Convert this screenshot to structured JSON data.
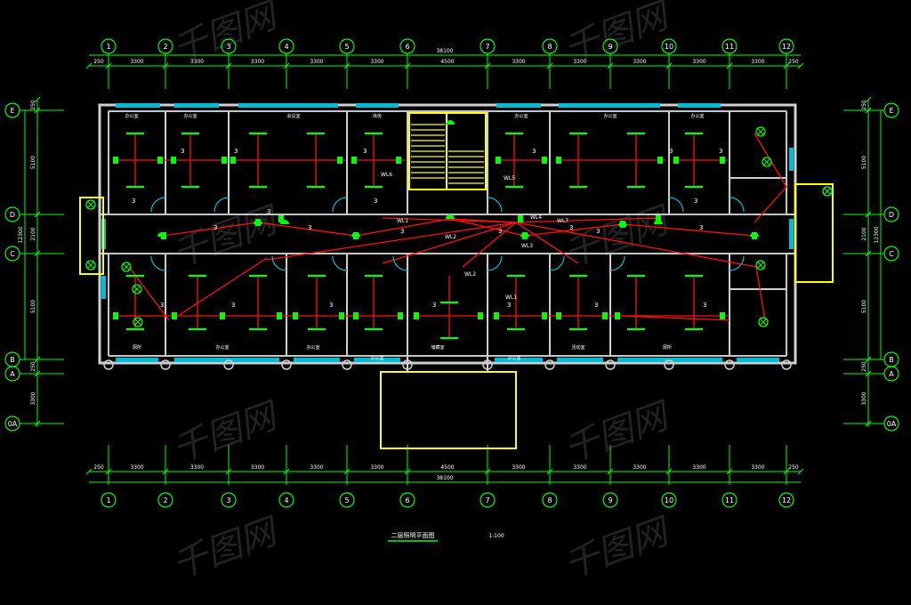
{
  "colors": {
    "background": "#000000",
    "grid": "#00ff00",
    "wall": "#cfcfcf",
    "window": "#00bcd4",
    "wire": "#ff1010",
    "fixture": "#00ff00",
    "stair": "#ffff00",
    "watermark": "#3a3a3a"
  },
  "axes": {
    "columns": [
      "1",
      "2",
      "3",
      "4",
      "5",
      "6",
      "7",
      "8",
      "9",
      "10",
      "11",
      "12"
    ],
    "rows": [
      "E",
      "D",
      "C",
      "B",
      "A",
      "0A"
    ]
  },
  "dimensions": {
    "top_segments": [
      "250",
      "3300",
      "3300",
      "3300",
      "3300",
      "3300",
      "4500",
      "3300",
      "3300",
      "3300",
      "3300",
      "3300",
      "250"
    ],
    "top_total": "38100",
    "bottom_segments": [
      "250",
      "3300",
      "3300",
      "3300",
      "3300",
      "3300",
      "4500",
      "3300",
      "3300",
      "3300",
      "3300",
      "3300",
      "250"
    ],
    "bottom_total": "38100",
    "left_segments": [
      "250",
      "5100",
      "2100",
      "5100",
      "250",
      "3300"
    ],
    "left_total": "12300",
    "right_segments": [
      "250",
      "5100",
      "2100",
      "5100",
      "250",
      "3300"
    ],
    "right_total": "12300"
  },
  "wire_labels": [
    "3",
    "3",
    "3",
    "3",
    "3",
    "3",
    "3",
    "3",
    "3",
    "3",
    "3",
    "3",
    "3",
    "3",
    "3",
    "3",
    "3",
    "3",
    "3",
    "3",
    "3",
    "3",
    "3",
    "3"
  ],
  "circuit_labels": [
    "WL1",
    "WL2",
    "WL3",
    "WL4",
    "WL5",
    "WL6",
    "WL7",
    "WL1",
    "WL2"
  ],
  "room_labels": [
    "办公室",
    "办公室",
    "会议室",
    "库房",
    "办公室",
    "办公室",
    "办公室",
    "厕所",
    "办公室",
    "办公室",
    "办公室",
    "储藏室",
    "办公室",
    "活动室",
    "厕所"
  ],
  "drawing_title": "二层照明平面图",
  "drawing_scale": "1:100",
  "watermark_text": "千图网"
}
